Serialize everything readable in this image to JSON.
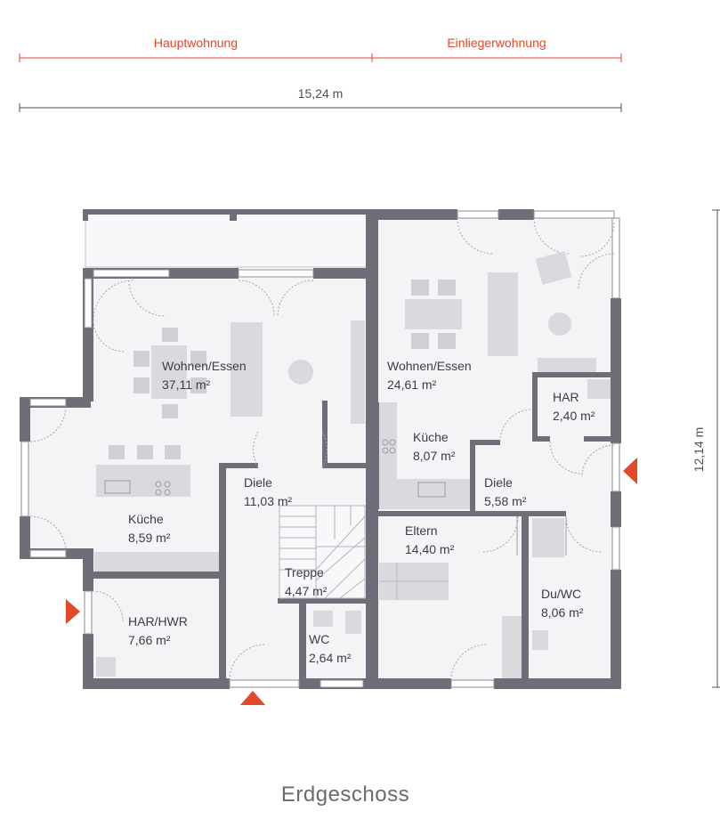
{
  "dimensions": {
    "hauptwohnung": "Hauptwohnung",
    "einliegerwohnung": "Einliegerwohnung",
    "width": "15,24 m",
    "height": "12,14 m"
  },
  "rooms": {
    "wohnen_links": {
      "name": "Wohnen/Essen",
      "area": "37,11 m²"
    },
    "kueche_links": {
      "name": "Küche",
      "area": "8,59 m²"
    },
    "har_hwr": {
      "name": "HAR/HWR",
      "area": "7,66 m²"
    },
    "diele_links": {
      "name": "Diele",
      "area": "11,03 m²"
    },
    "treppe": {
      "name": "Treppe",
      "area": "4,47 m²"
    },
    "wc": {
      "name": "WC",
      "area": "2,64 m²"
    },
    "wohnen_rechts": {
      "name": "Wohnen/Essen",
      "area": "24,61 m²"
    },
    "kueche_rechts": {
      "name": "Küche",
      "area": "8,07 m²"
    },
    "har": {
      "name": "HAR",
      "area": "2,40 m²"
    },
    "diele_rechts": {
      "name": "Diele",
      "area": "5,58 m²"
    },
    "eltern": {
      "name": "Eltern",
      "area": "14,40 m²"
    },
    "du_wc": {
      "name": "Du/WC",
      "area": "8,06 m²"
    }
  },
  "floor_title": "Erdgeschoss",
  "colors": {
    "accent": "#e2482a",
    "wall": "#6d6e78",
    "floor": "#f4f4f6"
  }
}
